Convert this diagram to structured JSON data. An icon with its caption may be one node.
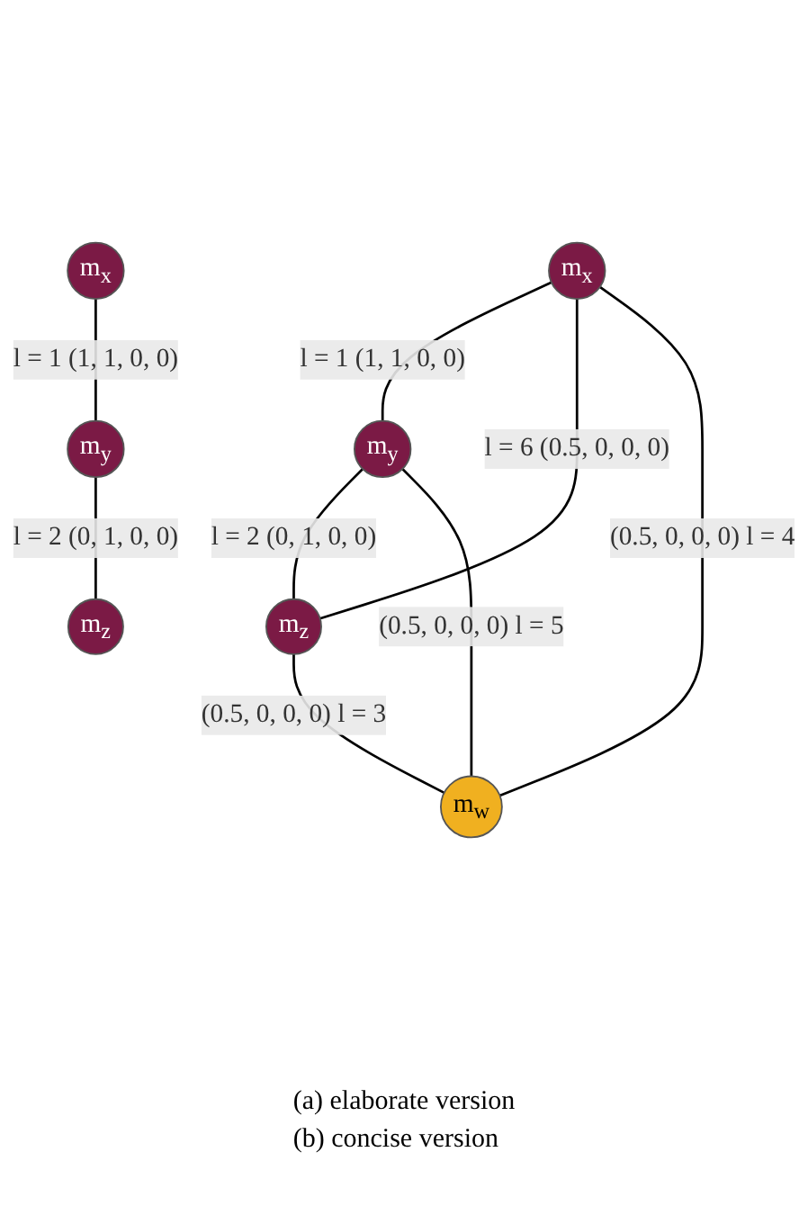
{
  "diagram": {
    "nodes": [
      {
        "text": [
          "m$_{y}$"
        ]
      },
      {
        "text": [
          "m$_{x}$"
        ]
      },
      {
        "text": [
          "m$_{z}$"
        ]
      },
      {
        "text": [
          "m$_{w}$"
        ]
      },
      {
        "text": [
          "m$_{y}$"
        ]
      },
      {
        "text": [
          "m$_{x}$"
        ]
      },
      {
        "text": [
          "m$_{z}$"
        ]
      }
    ],
    "edges": [
      {
        "from": 1,
        "to": 0,
        "arrow": "none",
        "label": "l = 1 (1, 1, 0, 0)"
      },
      {
        "from": 0,
        "to": 2,
        "arrow": "none",
        "label": "l = 2 (0, 1, 0, 0)"
      },
      {
        "from": 1,
        "to": 2,
        "arrow": "none",
        "label": "l = 6 (0.5, 0, 0, 0)"
      },
      {
        "from": 0,
        "to": 3,
        "arrow": "none",
        "label": "(0.5, 0, 0, 0) l = 5"
      },
      {
        "from": 1,
        "to": 3,
        "arrow": "none",
        "label": "(0.5, 0, 0, 0) l = 4"
      },
      {
        "from": 2,
        "to": 3,
        "arrow": "none",
        "label": "(0.5, 0, 0, 0) l = 3"
      },
      {
        "from": 5,
        "to": 4,
        "arrow": "none",
        "label": "l = 1 (1, 1, 0, 0)"
      },
      {
        "from": 4,
        "to": 6,
        "arrow": "none",
        "label": "l = 2 (0, 1, 0, 0)"
      }
    ],
    "labels": [
      "(a) elaborate version",
      "(b) concise version"
    ]
  }
}
